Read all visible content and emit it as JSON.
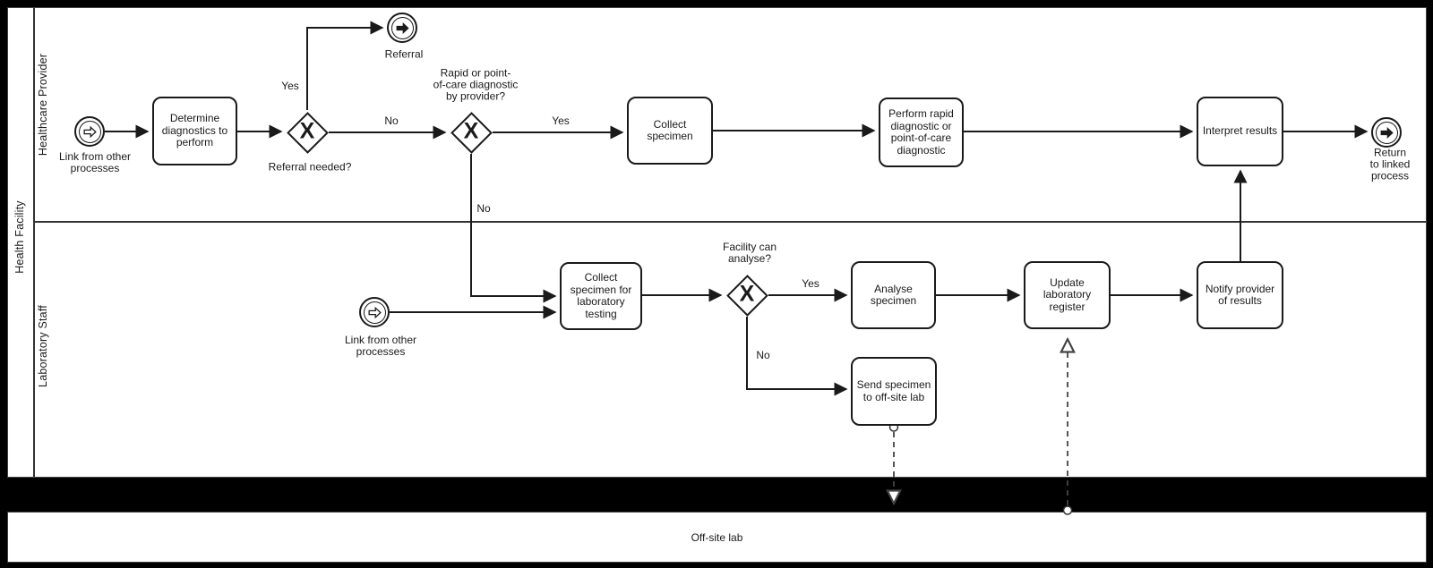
{
  "colors": {
    "background": "#000000",
    "pool_fill": "#ffffff",
    "stroke": "#1a1a1a",
    "message_flow": "#444444"
  },
  "icons": {
    "exclusive_gateway": "X",
    "link_catch": "link-catch-arrow",
    "link_throw": "link-throw-arrow"
  },
  "pool": {
    "label": "Health Facility",
    "lanes": [
      {
        "label": "Healthcare Provider"
      },
      {
        "label": "Laboratory Staff"
      }
    ]
  },
  "collapsed_pool": {
    "label": "Off-site lab"
  },
  "events": {
    "link_in_provider": {
      "label": "Link from other\nprocesses"
    },
    "referral": {
      "label": "Referral"
    },
    "return_to_linked": {
      "label": "Return to linked\nprocess"
    },
    "link_in_lab": {
      "label": "Link from other\nprocesses"
    }
  },
  "tasks": {
    "determine_diagnostics": {
      "label": "Determine\ndiagnostics to\nperform"
    },
    "collect_specimen": {
      "label": "Collect\nspecimen"
    },
    "perform_rapid": {
      "label": "Perform rapid\ndiagnostic or\npoint-of-care\ndiagnostic"
    },
    "interpret_results": {
      "label": "Interpret results"
    },
    "collect_specimen_lab": {
      "label": "Collect\nspecimen for\nlaboratory\ntesting"
    },
    "analyse_specimen": {
      "label": "Analyse\nspecimen"
    },
    "update_register": {
      "label": "Update\nlaboratory\nregister"
    },
    "notify_provider": {
      "label": "Notify provider\nof results"
    },
    "send_specimen": {
      "label": "Send specimen\nto off-site lab"
    }
  },
  "gateways": {
    "referral_needed": {
      "label": "Referral needed?"
    },
    "rapid_poc": {
      "label": "Rapid or point-\nof-care diagnostic\nby provider?"
    },
    "facility_can_analyse": {
      "label": "Facility can\nanalyse?"
    }
  },
  "flow_labels": {
    "referral_yes": "Yes",
    "referral_no": "No",
    "rapid_yes": "Yes",
    "rapid_no": "No",
    "analyse_yes": "Yes",
    "analyse_no": "No"
  }
}
